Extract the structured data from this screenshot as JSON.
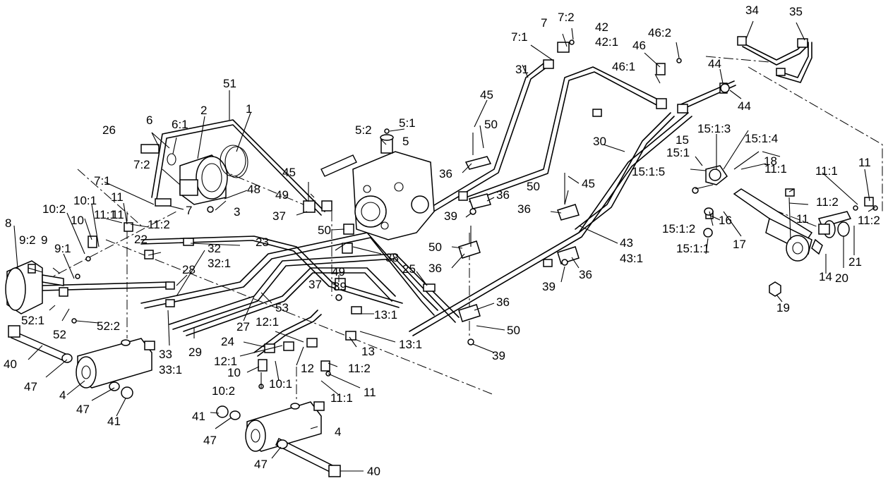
{
  "callouts": [
    "1",
    "2",
    "3",
    "4",
    "4",
    "5",
    "5:1",
    "5:2",
    "6",
    "6:1",
    "7",
    "7",
    "7:1",
    "7:1",
    "7:2",
    "7:2",
    "8",
    "9",
    "9:1",
    "9:2",
    "10",
    "10",
    "10:1",
    "10:1",
    "10:2",
    "10:2",
    "11",
    "11",
    "11",
    "11",
    "11",
    "11:1",
    "11:1",
    "11:1",
    "11:1",
    "11:2",
    "11:2",
    "11:2",
    "11:2",
    "12",
    "12:1",
    "12:1",
    "13",
    "13:1",
    "13:1",
    "14",
    "15",
    "15:1",
    "15:1:1",
    "15:1:2",
    "15:1:3",
    "15:1:4",
    "15:1:5",
    "16",
    "17",
    "18",
    "19",
    "20",
    "21",
    "22",
    "23",
    "24",
    "25",
    "26",
    "27",
    "28",
    "29",
    "30",
    "31",
    "32",
    "32:1",
    "33",
    "33:1",
    "34",
    "35",
    "36",
    "36",
    "36",
    "36",
    "36",
    "36",
    "37",
    "37",
    "38",
    "39",
    "39",
    "39",
    "39",
    "40",
    "40",
    "41",
    "41",
    "42",
    "42:1",
    "43",
    "43:1",
    "44",
    "44",
    "45",
    "45",
    "45",
    "46",
    "46:1",
    "46:2",
    "47",
    "47",
    "47",
    "47",
    "48",
    "49",
    "49",
    "50",
    "50",
    "50",
    "50",
    "50",
    "51",
    "52",
    "52:1",
    "52:2",
    "53"
  ]
}
